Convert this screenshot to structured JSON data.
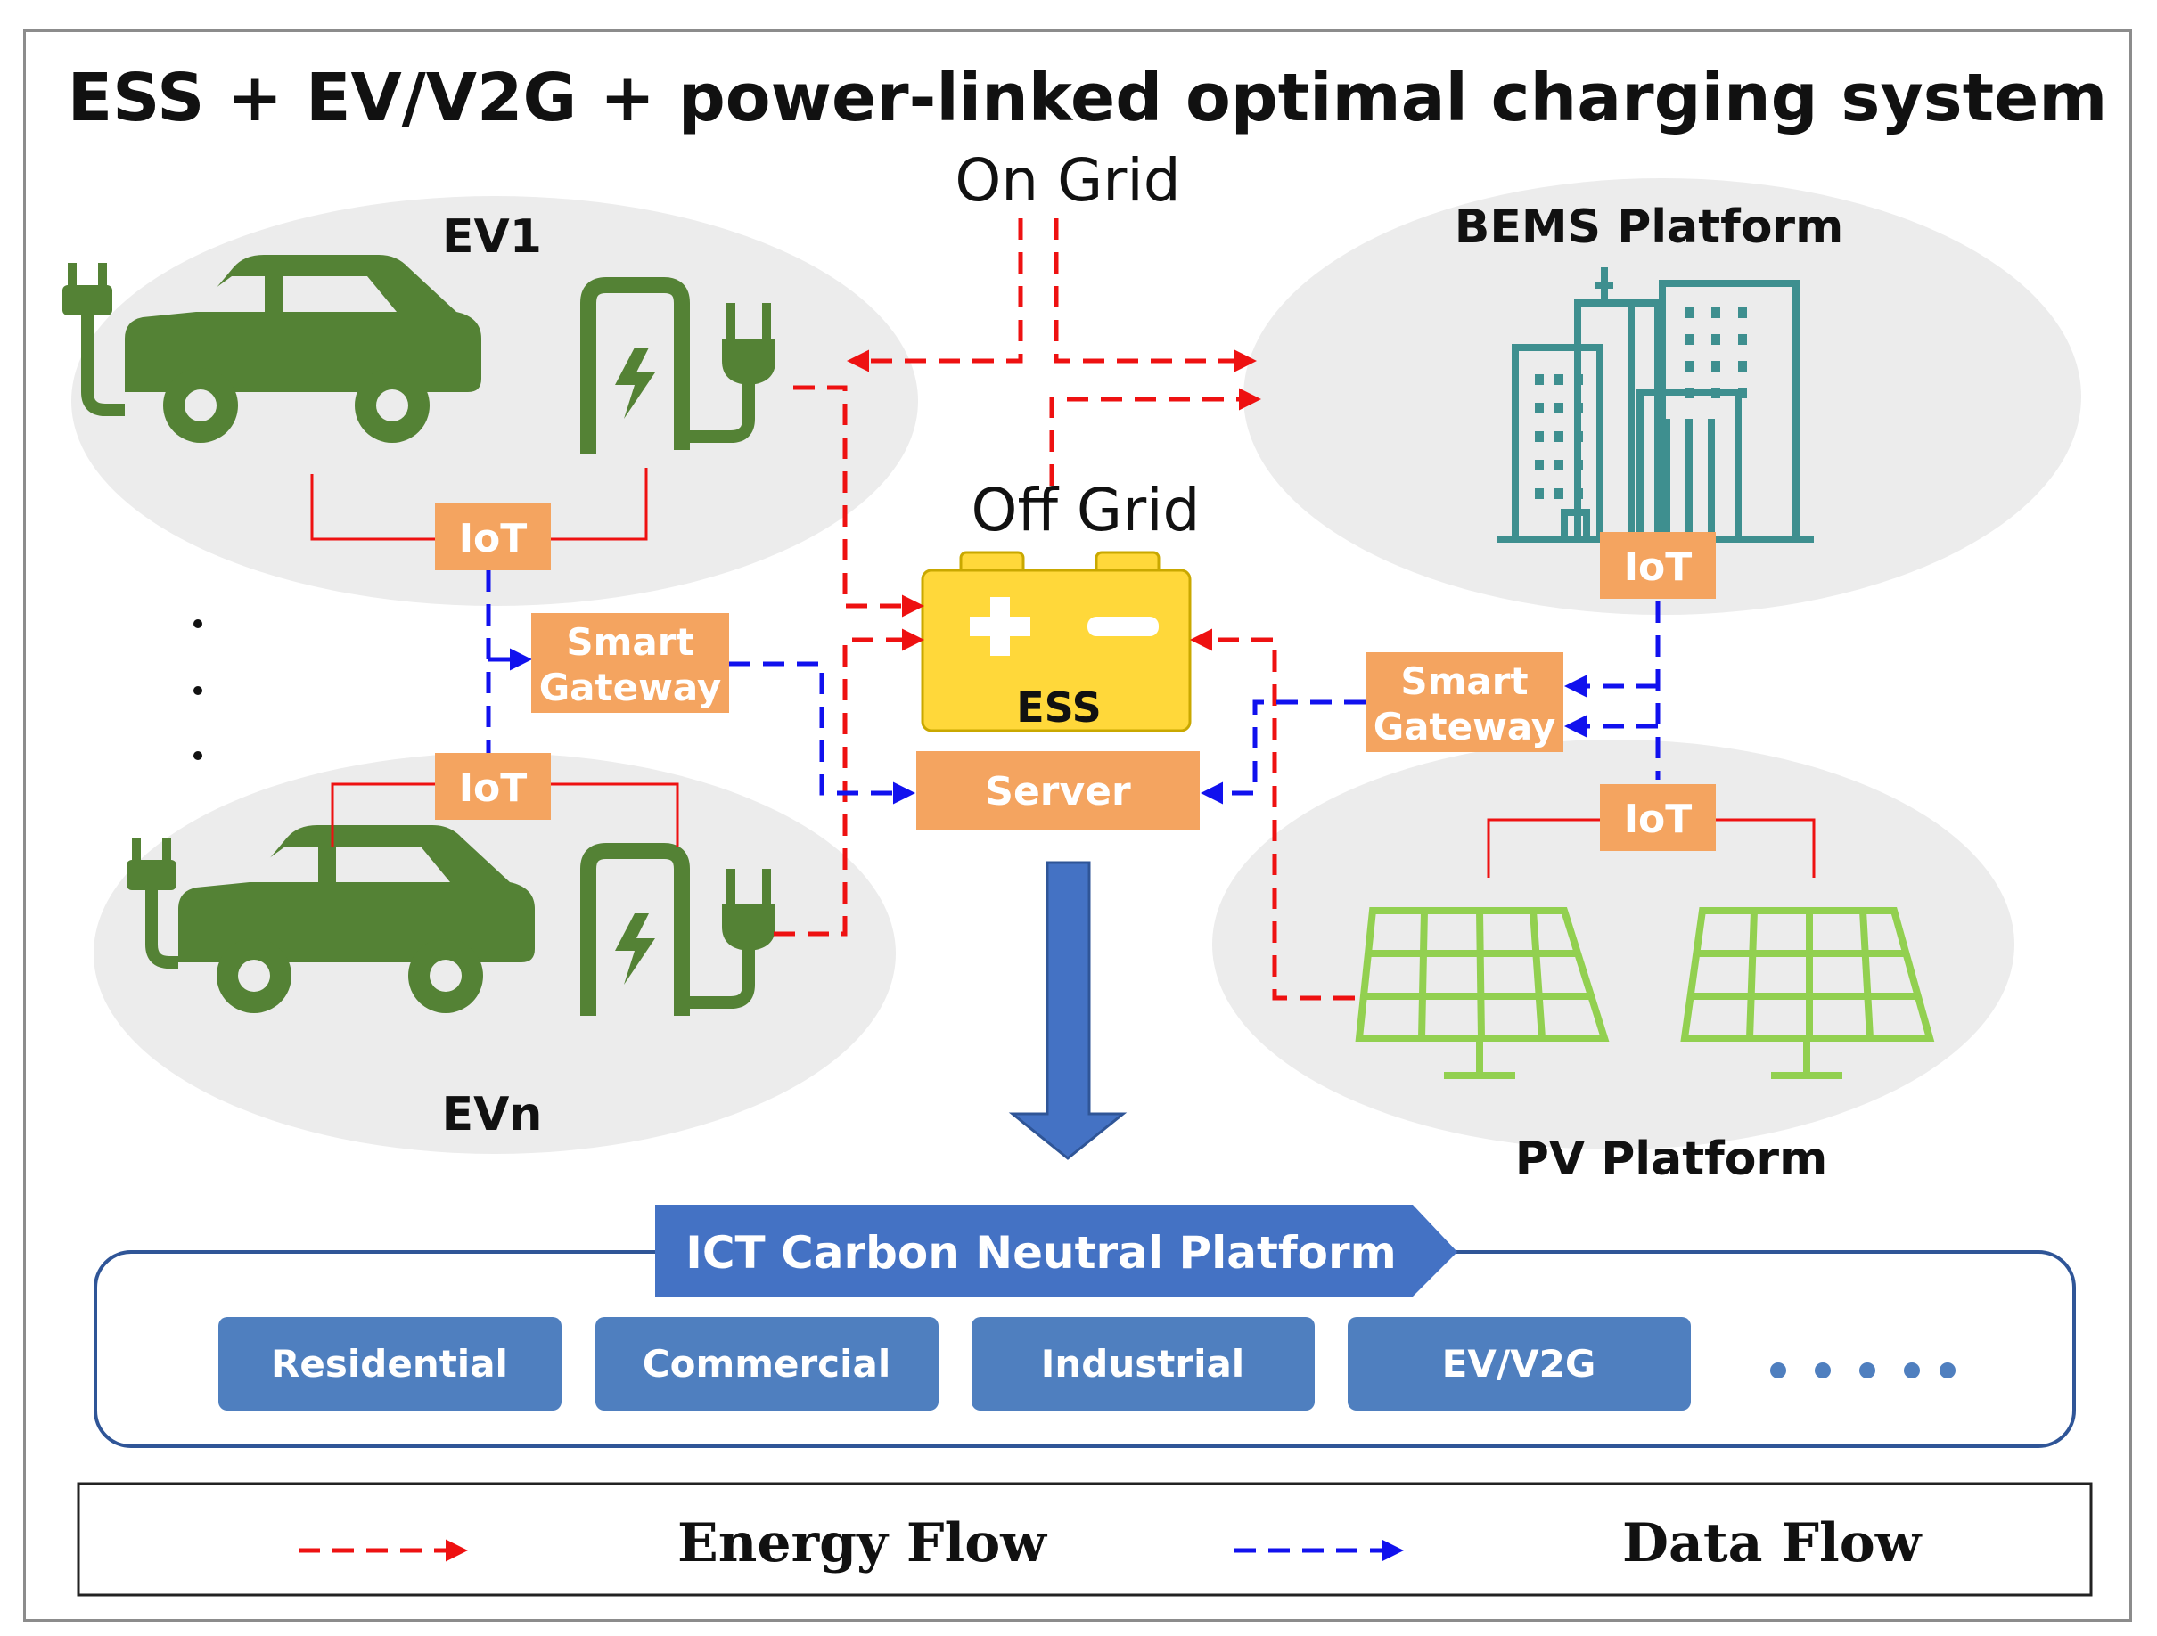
{
  "title": "ESS + EV/V2G + power-linked optimal charging system",
  "grid": {
    "on": "On Grid",
    "off": "Off Grid"
  },
  "nodes": {
    "ev1": "EV1",
    "evn": "EVn",
    "bems": "BEMS Platform",
    "pv": "PV Platform",
    "ess": "ESS",
    "server": "Server",
    "iot": "IoT",
    "gateway_line1": "Smart",
    "gateway_line2": "Gateway"
  },
  "platform": {
    "title": "ICT Carbon Neutral Platform",
    "categories": [
      "Residential",
      "Commercial",
      "Industrial",
      "EV/V2G"
    ]
  },
  "legend": {
    "energy": "Energy Flow",
    "data": "Data Flow"
  },
  "colors": {
    "energy_flow": "#ee1111",
    "data_flow": "#1111ee",
    "box_orange": "#f4a460",
    "platform_blue": "#4472c4",
    "category_blue": "#4f7fbf",
    "ev_green": "#548235",
    "pv_green": "#92d050",
    "building_teal": "#3e8f8f",
    "ess_yellow": "#ffd83a"
  },
  "icons": [
    "plug-icon",
    "car-icon",
    "charger-icon",
    "building-icon",
    "solar-panel-icon",
    "battery-icon",
    "down-arrow-icon"
  ]
}
